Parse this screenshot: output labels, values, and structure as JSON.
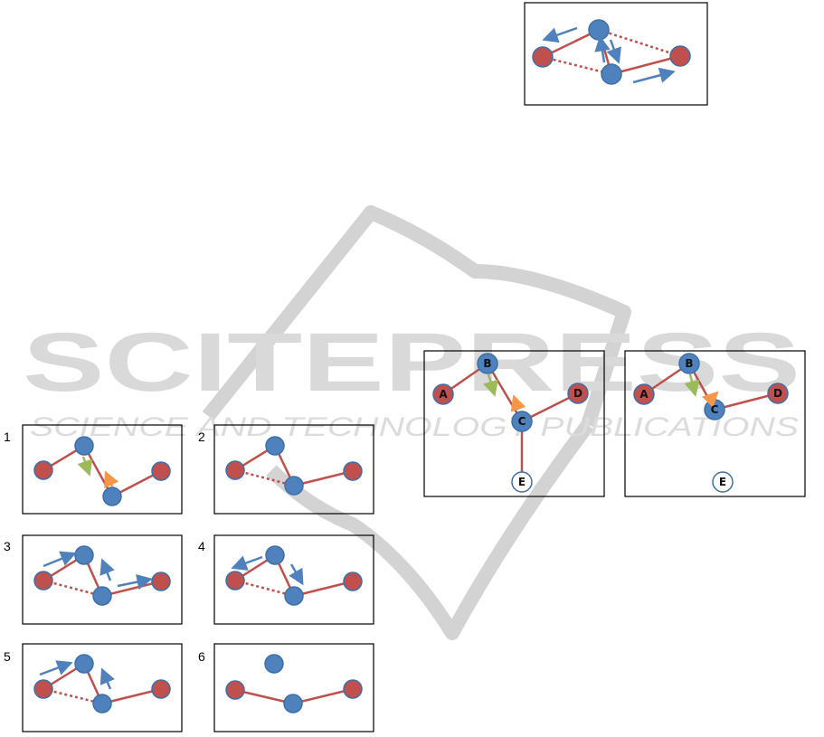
{
  "watermark": {
    "wordmark": "SCITEPRESS",
    "tagline": "SCIENCE AND TECHNOLOGY PUBLICATIONS"
  },
  "colors": {
    "red_node": "#c0504d",
    "blue_node": "#4f81bd",
    "edge": "#c0504d",
    "arrow_blue": "#4f81bd",
    "arrow_green": "#9bbb59",
    "arrow_orange": "#f79646",
    "watermark": "#d6d6d6"
  },
  "panels": [
    {
      "number": "1"
    },
    {
      "number": "2"
    },
    {
      "number": "3"
    },
    {
      "number": "4"
    },
    {
      "number": "5"
    },
    {
      "number": "6"
    }
  ],
  "graph_nodes": [
    "A",
    "B",
    "C",
    "D",
    "E"
  ]
}
